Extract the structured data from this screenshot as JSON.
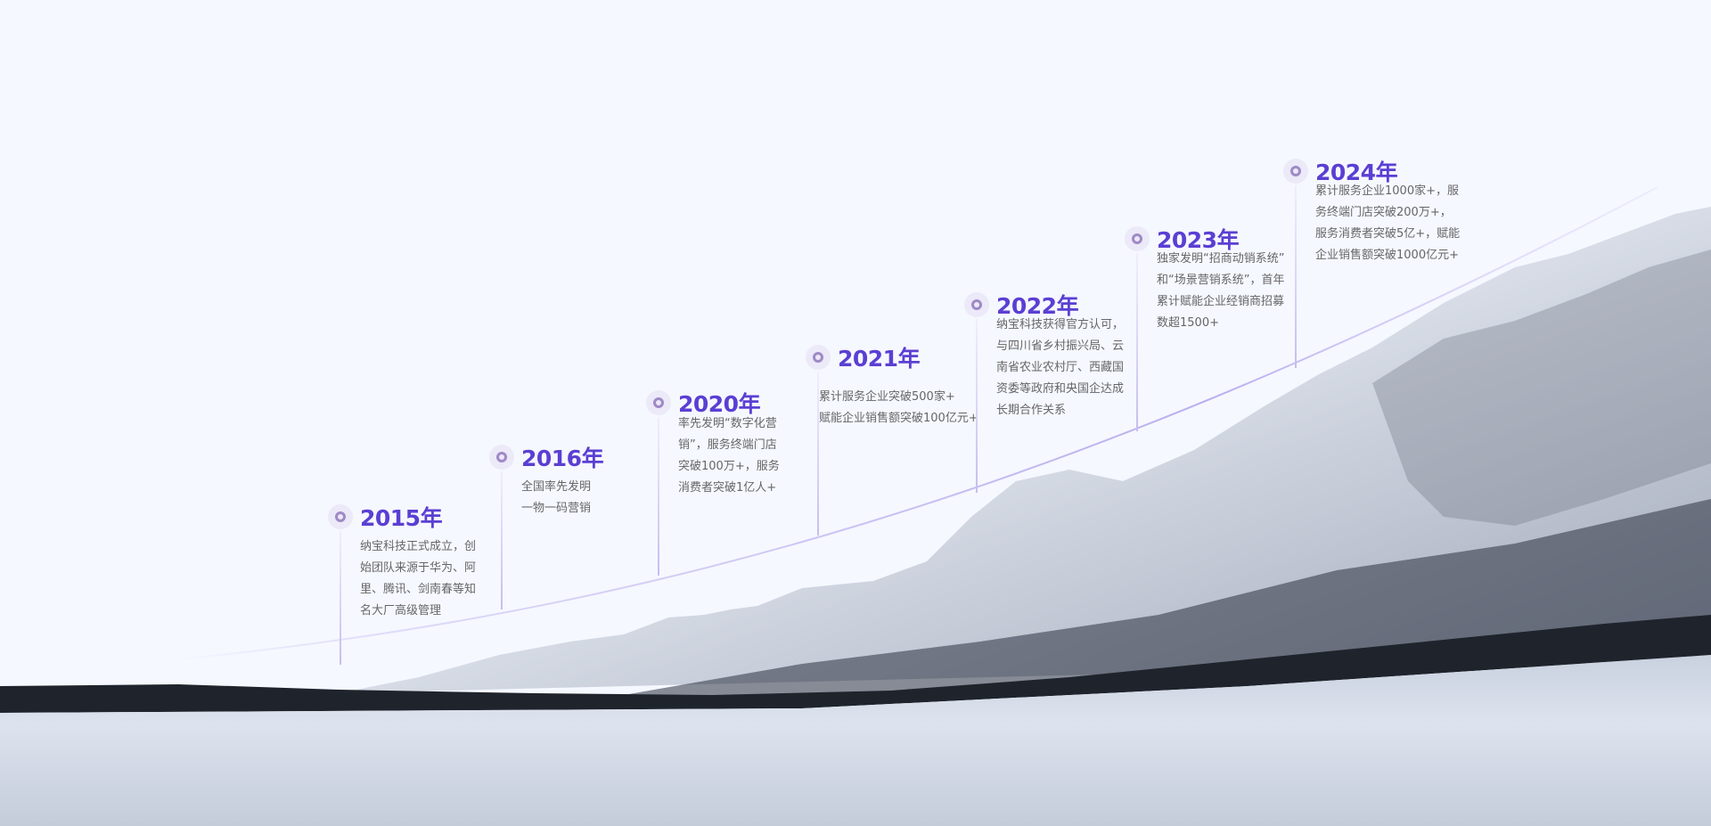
{
  "colors": {
    "background": "#f5f8ff",
    "year_text": "#5b3fd3",
    "description_text": "#666666",
    "marker_bg": "#ece9f8",
    "marker_ring": "#9f8ac7",
    "curve": "#b9aeef"
  },
  "timeline": {
    "milestones": [
      {
        "year": "2015年",
        "description": "纳宝科技正式成立，创\n始团队来源于华为、阿\n里、腾讯、剑南春等知\n名大厂高级管理"
      },
      {
        "year": "2016年",
        "description": "全国率先发明\n一物一码营销"
      },
      {
        "year": "2020年",
        "description": "率先发明“数字化营\n销”，服务终端门店\n突破100万+，服务\n消费者突破1亿人+"
      },
      {
        "year": "2021年",
        "description": "累计服务企业突破500家+\n赋能企业销售额突破100亿元+"
      },
      {
        "year": "2022年",
        "description": "纳宝科技获得官方认可，\n与四川省乡村振兴局、云\n南省农业农村厅、西藏国\n资委等政府和央国企达成\n长期合作关系"
      },
      {
        "year": "2023年",
        "description": "独家发明“招商动销系统”\n和“场景营销系统”，首年\n累计赋能企业经销商招募\n数超1500+"
      },
      {
        "year": "2024年",
        "description": "累计服务企业1000家+，服\n务终端门店突破200万+，\n服务消费者突破5亿+，赋能\n企业销售额突破1000亿元+"
      }
    ]
  }
}
